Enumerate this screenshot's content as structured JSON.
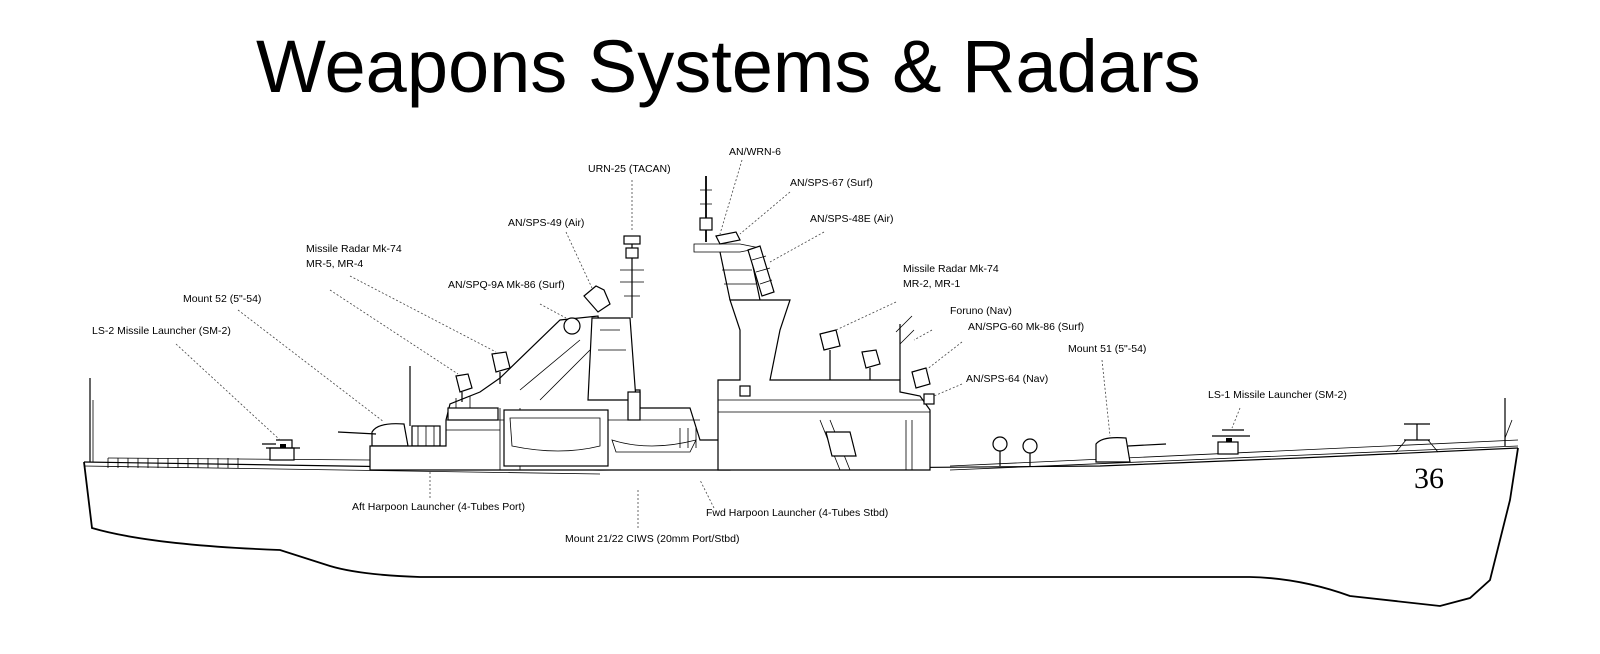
{
  "title": "Weapons Systems & Radars",
  "hull_number": "36",
  "labels": {
    "urn25": "URN-25 (TACAN)",
    "wrn6": "AN/WRN-6",
    "sps67": "AN/SPS-67 (Surf)",
    "sps48e": "AN/SPS-48E (Air)",
    "sps49": "AN/SPS-49 (Air)",
    "mk74_aft_1": "Missile Radar Mk-74",
    "mk74_aft_2": "MR-5, MR-4",
    "spq9a": "AN/SPQ-9A Mk-86 (Surf)",
    "mount52": "Mount 52 (5\"-54)",
    "ls2": "LS-2 Missile Launcher (SM-2)",
    "mk74_fwd_1": "Missile Radar Mk-74",
    "mk74_fwd_2": "MR-2, MR-1",
    "furuno": "Foruno (Nav)",
    "spg60": "AN/SPG-60 Mk-86 (Surf)",
    "mount51": "Mount 51 (5\"-54)",
    "sps64": "AN/SPS-64 (Nav)",
    "ls1": "LS-1 Missile Launcher (SM-2)",
    "aft_harpoon": "Aft Harpoon Launcher (4-Tubes Port)",
    "fwd_harpoon": "Fwd Harpoon Launcher (4-Tubes Stbd)",
    "ciws": "Mount 21/22 CIWS (20mm Port/Stbd)"
  }
}
